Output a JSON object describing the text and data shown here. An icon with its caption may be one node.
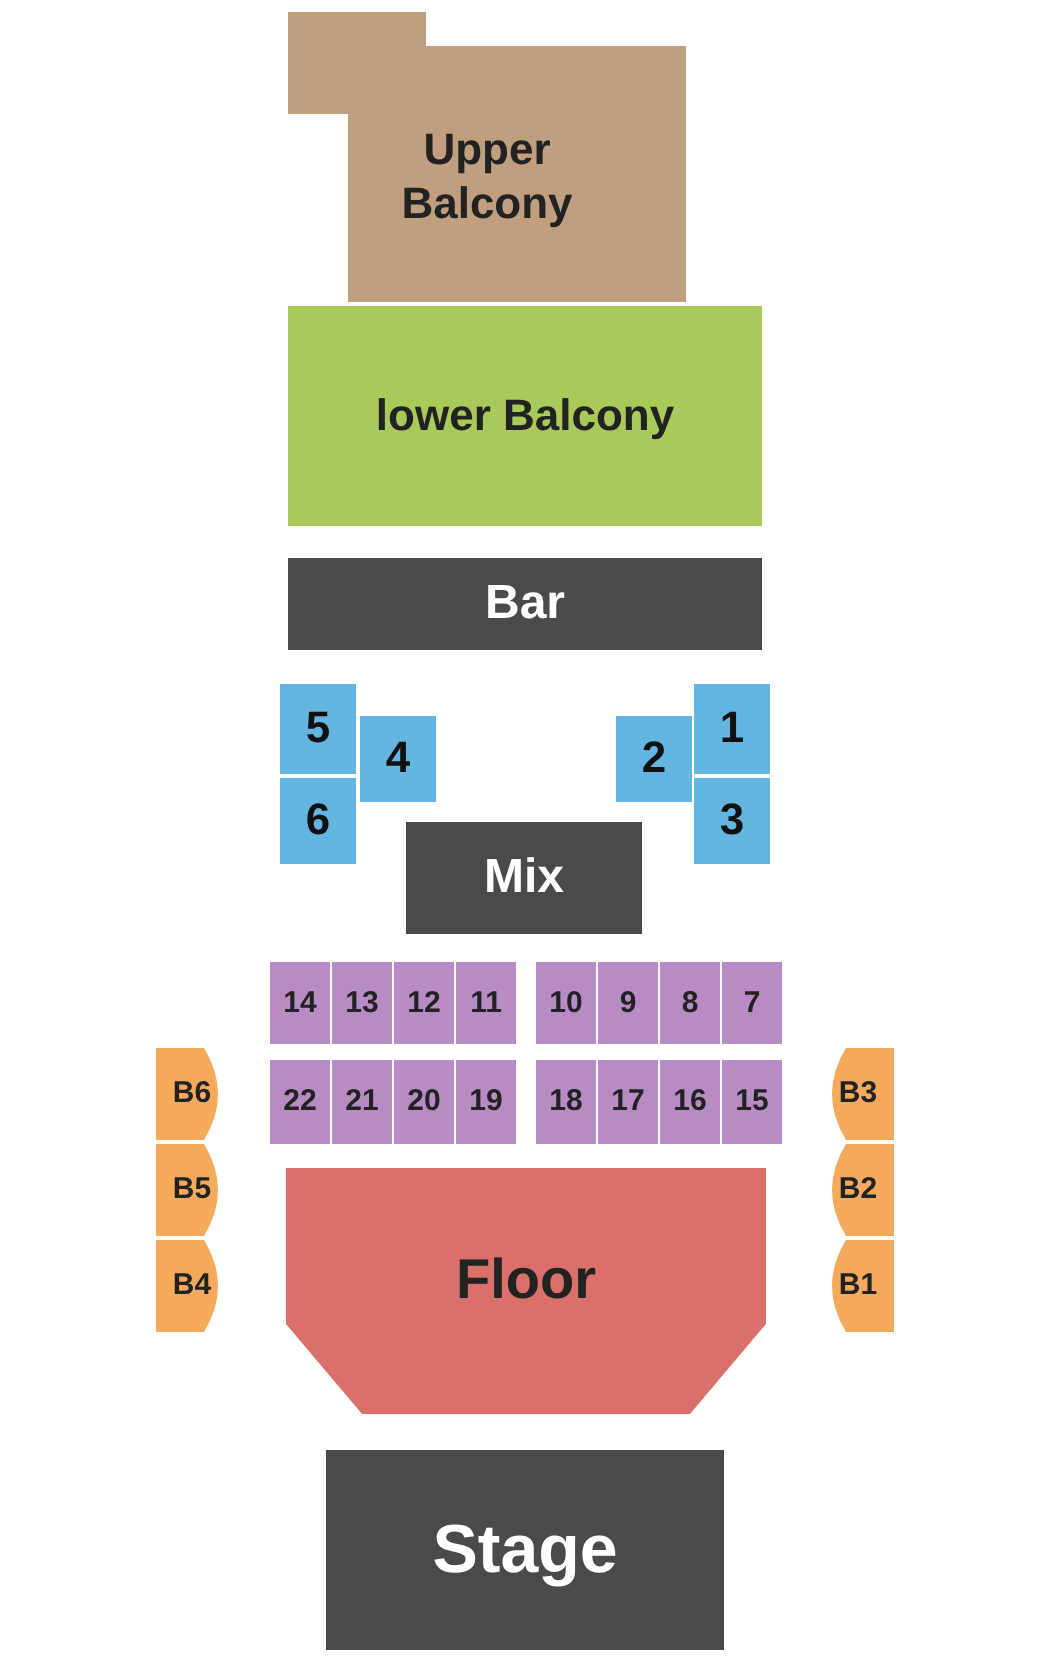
{
  "diagram": {
    "nodes": [
      {
        "text": [
          "Upper Balcony"
        ]
      },
      {
        "text": [
          "lower Balcony"
        ]
      },
      {
        "text": [
          "Bar"
        ]
      },
      {
        "text": [
          "5"
        ]
      },
      {
        "text": [
          "4"
        ]
      },
      {
        "text": [
          "2"
        ]
      },
      {
        "text": [
          "1"
        ]
      },
      {
        "text": [
          "6"
        ]
      },
      {
        "text": [
          "3"
        ]
      },
      {
        "text": [
          "Mix"
        ]
      },
      {
        "text": [
          "14"
        ]
      },
      {
        "text": [
          "13"
        ]
      },
      {
        "text": [
          "12"
        ]
      },
      {
        "text": [
          "11"
        ]
      },
      {
        "text": [
          "10"
        ]
      },
      {
        "text": [
          "9"
        ]
      },
      {
        "text": [
          "8"
        ]
      },
      {
        "text": [
          "7"
        ]
      },
      {
        "text": [
          "B6"
        ]
      },
      {
        "text": [
          "22"
        ]
      },
      {
        "text": [
          "21"
        ]
      },
      {
        "text": [
          "20"
        ]
      },
      {
        "text": [
          "19"
        ]
      },
      {
        "text": [
          "18"
        ]
      },
      {
        "text": [
          "17"
        ]
      },
      {
        "text": [
          "16"
        ]
      },
      {
        "text": [
          "15"
        ]
      },
      {
        "text": [
          "B3"
        ]
      },
      {
        "text": [
          "B5"
        ]
      },
      {
        "text": [
          "Floor"
        ]
      },
      {
        "text": [
          "B2"
        ]
      },
      {
        "text": [
          "B4"
        ]
      },
      {
        "text": [
          "B1"
        ]
      },
      {
        "text": [
          "Stage"
        ]
      }
    ]
  }
}
